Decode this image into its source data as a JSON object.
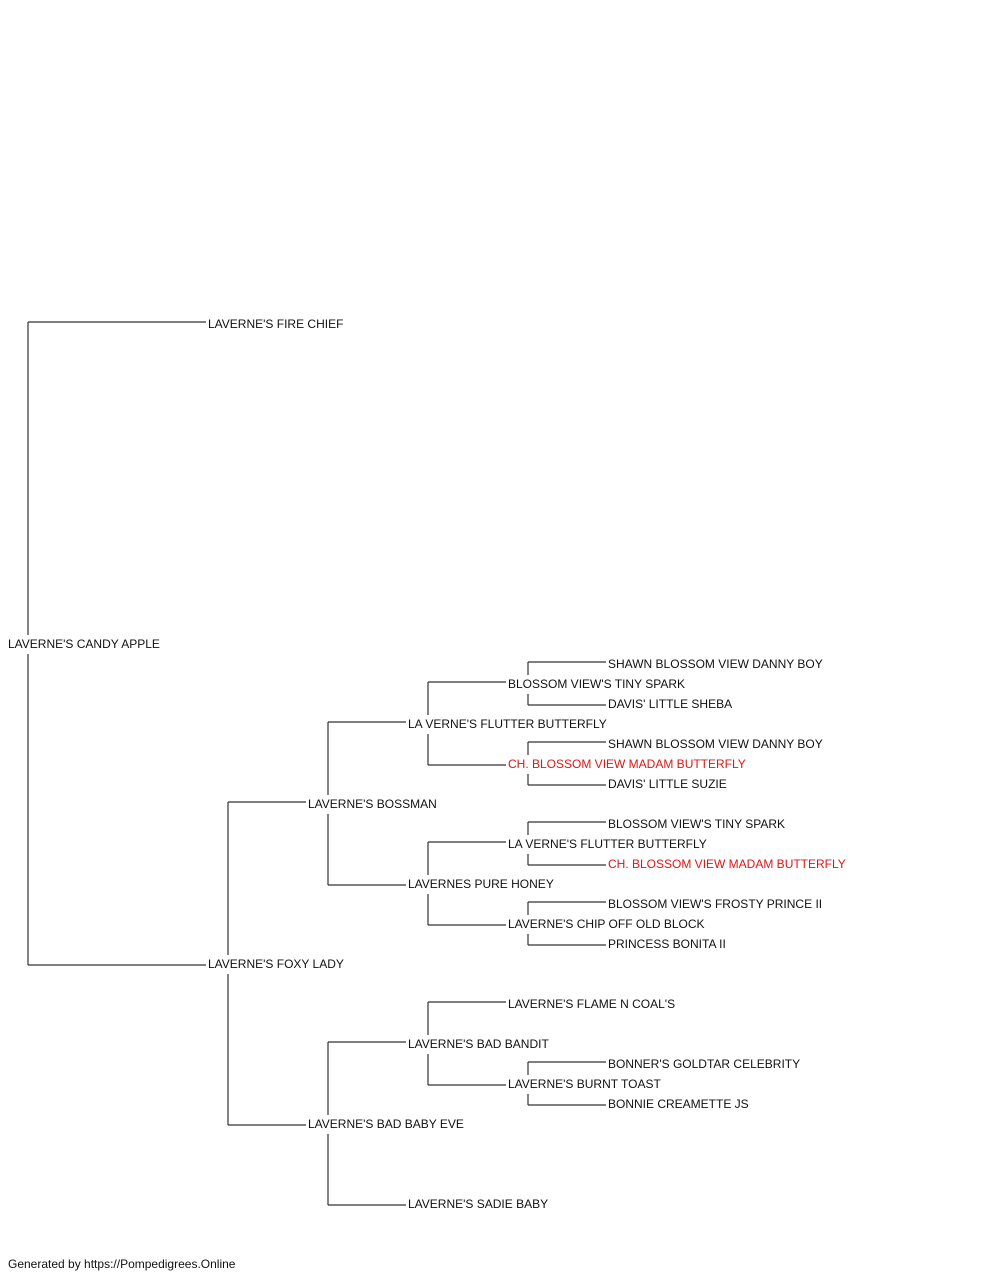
{
  "colors": {
    "text": "#111111",
    "highlight": "#e31414",
    "line": "#333333"
  },
  "pedigree": {
    "name": "LAVERNE'S CANDY APPLE",
    "sire": {
      "name": "LAVERNE'S FIRE CHIEF"
    },
    "dam": {
      "name": "LAVERNE'S FOXY LADY",
      "sire": {
        "name": "LAVERNE'S BOSSMAN",
        "sire": {
          "name": "LA VERNE'S FLUTTER BUTTERFLY",
          "sire": {
            "name": "BLOSSOM VIEW'S TINY SPARK",
            "sire": {
              "name": "SHAWN BLOSSOM VIEW DANNY BOY"
            },
            "dam": {
              "name": "DAVIS' LITTLE SHEBA"
            }
          },
          "dam": {
            "name": "CH. BLOSSOM VIEW MADAM BUTTERFLY",
            "highlight": true,
            "sire": {
              "name": "SHAWN BLOSSOM VIEW DANNY BOY"
            },
            "dam": {
              "name": "DAVIS' LITTLE SUZIE"
            }
          }
        },
        "dam": {
          "name": "LAVERNES PURE HONEY",
          "sire": {
            "name": "LA VERNE'S FLUTTER BUTTERFLY",
            "sire": {
              "name": "BLOSSOM VIEW'S TINY SPARK"
            },
            "dam": {
              "name": "CH. BLOSSOM VIEW MADAM BUTTERFLY",
              "highlight": true
            }
          },
          "dam": {
            "name": "LAVERNE'S CHIP OFF OLD BLOCK",
            "sire": {
              "name": "BLOSSOM VIEW'S FROSTY PRINCE II"
            },
            "dam": {
              "name": "PRINCESS BONITA II"
            }
          }
        }
      },
      "dam": {
        "name": "LAVERNE'S BAD BABY EVE",
        "sire": {
          "name": "LAVERNE'S BAD BANDIT",
          "sire": {
            "name": "LAVERNE'S FLAME N COAL'S"
          },
          "dam": {
            "name": "LAVERNE'S BURNT TOAST",
            "sire": {
              "name": "BONNER'S GOLDTAR CELEBRITY"
            },
            "dam": {
              "name": "BONNIE CREAMETTE JS"
            }
          }
        },
        "dam": {
          "name": "LAVERNE'S SADIE BABY"
        }
      }
    }
  },
  "footer": {
    "text": "Generated by https://Pompedigrees.Online"
  }
}
